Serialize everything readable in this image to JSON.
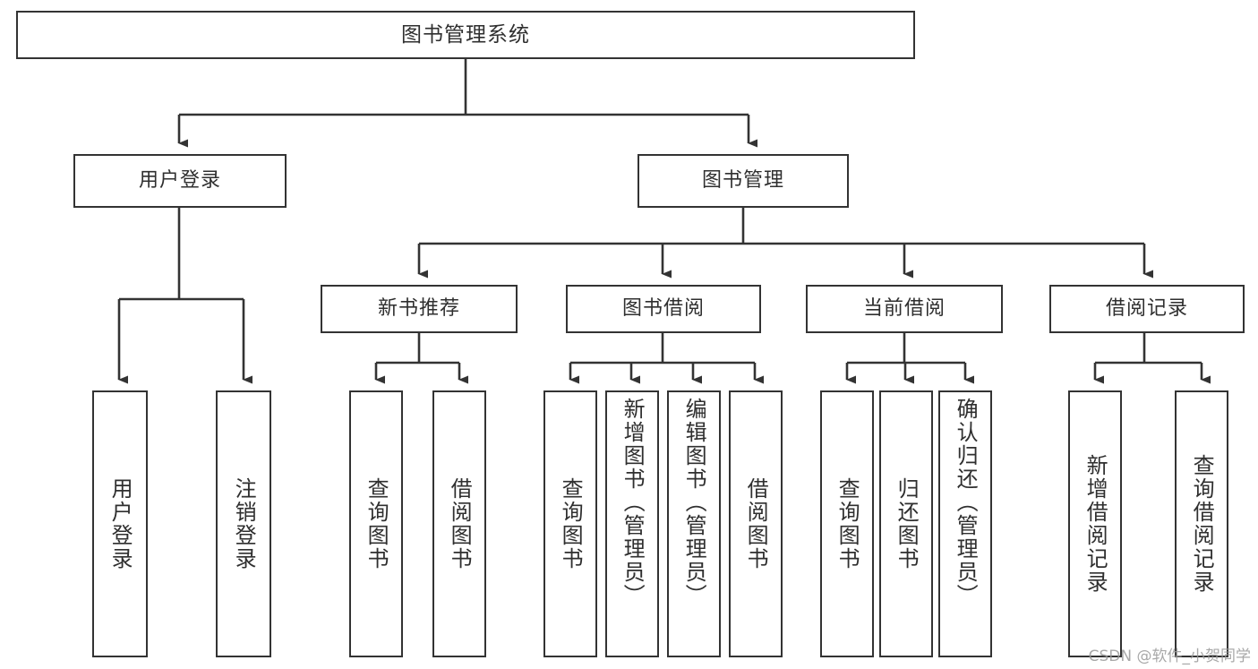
{
  "diagram": {
    "title_node": {
      "label": "图书管理系统"
    },
    "level1": [
      {
        "id": "user-login",
        "label": "用户登录"
      },
      {
        "id": "book-manage",
        "label": "图书管理"
      }
    ],
    "level2": [
      {
        "id": "new-book-recommend",
        "label": "新书推荐"
      },
      {
        "id": "book-borrow",
        "label": "图书借阅"
      },
      {
        "id": "current-borrow",
        "label": "当前借阅"
      },
      {
        "id": "borrow-record",
        "label": "借阅记录"
      }
    ],
    "leaves": [
      {
        "id": "leaf-user-login",
        "label": "用户登录"
      },
      {
        "id": "leaf-logout-login",
        "label": "注销登录"
      },
      {
        "id": "leaf-query-book-1",
        "label": "查询图书"
      },
      {
        "id": "leaf-borrow-book-1",
        "label": "借阅图书"
      },
      {
        "id": "leaf-query-book-2",
        "label": "查询图书"
      },
      {
        "id": "leaf-add-book-admin",
        "label": "新增图书（管理员）"
      },
      {
        "id": "leaf-edit-book-admin",
        "label": "编辑图书（管理员）"
      },
      {
        "id": "leaf-borrow-book-2",
        "label": "借阅图书"
      },
      {
        "id": "leaf-query-book-3",
        "label": "查询图书"
      },
      {
        "id": "leaf-return-book",
        "label": "归还图书"
      },
      {
        "id": "leaf-confirm-return-admin",
        "label": "确认归还（管理员）"
      },
      {
        "id": "leaf-add-borrow-record",
        "label": "新增借阅记录"
      },
      {
        "id": "leaf-query-borrow-record",
        "label": "查询借阅记录"
      }
    ]
  },
  "watermark": {
    "text": "CSDN @软件_小贺同学"
  },
  "colors": {
    "line": "#333333",
    "box_border": "#333333",
    "box_fill": "#ffffff",
    "text": "#2f2f2f",
    "watermark": "#9a9a9a"
  }
}
